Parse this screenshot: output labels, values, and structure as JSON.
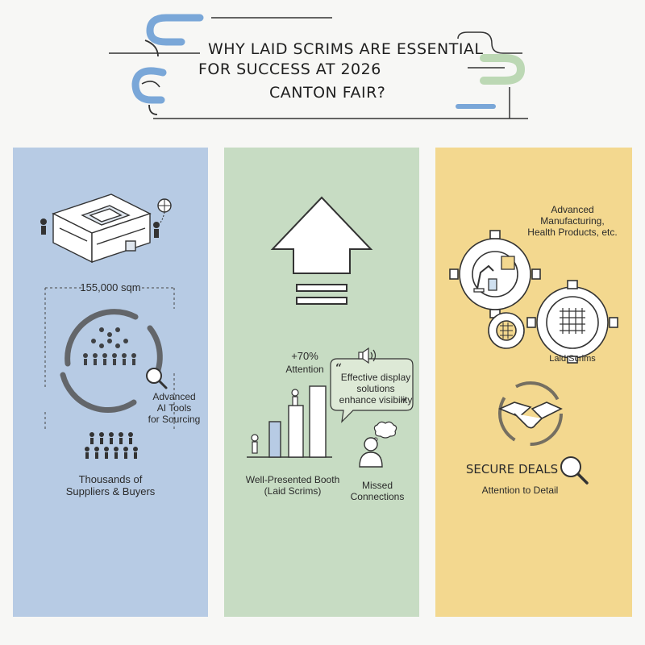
{
  "title": {
    "line1": "WHY LAID SCRIMS ARE ESSENTIAL",
    "line2": "FOR SUCCESS AT 2026",
    "line3": "CANTON FAIR?"
  },
  "colors": {
    "panel_left": "#b7cbe4",
    "panel_middle": "#c7dcc3",
    "panel_right": "#f3d88f",
    "accent_blue": "#7aa7d8",
    "accent_green": "#bcd8b4",
    "line": "#333333"
  },
  "panel_left": {
    "area": "155,000 sqm",
    "ai_tools": [
      "Advanced",
      "AI Tools",
      "for Sourcing"
    ],
    "people": [
      "Thousands of",
      "Suppliers & Buyers"
    ]
  },
  "panel_middle": {
    "attention_value": "+70%",
    "attention_label": "Attention",
    "bubble": [
      "Effective display",
      "solutions",
      "enhance visibility"
    ],
    "booth": [
      "Well-Presented Booth",
      "(Laid Scrims)"
    ],
    "missed": [
      "Missed",
      "Connections"
    ]
  },
  "panel_right": {
    "industries": [
      "Advanced",
      "Manufacturing,",
      "Health Products, etc."
    ],
    "gear_label": "Laid Scrims",
    "deals": "SECURE DEALS",
    "detail": "Attention to Detail"
  }
}
